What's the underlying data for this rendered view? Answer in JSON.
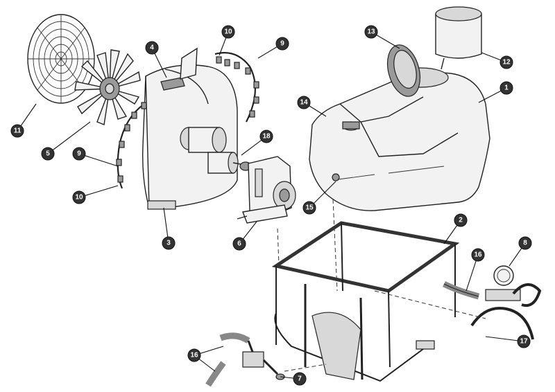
{
  "callouts": [
    {
      "id": "1",
      "label": "1"
    },
    {
      "id": "2",
      "label": "2"
    },
    {
      "id": "3",
      "label": "3"
    },
    {
      "id": "4",
      "label": "4"
    },
    {
      "id": "5",
      "label": "5"
    },
    {
      "id": "6",
      "label": "6"
    },
    {
      "id": "7",
      "label": "7"
    },
    {
      "id": "8",
      "label": "8"
    },
    {
      "id": "9a",
      "label": "9"
    },
    {
      "id": "9b",
      "label": "9"
    },
    {
      "id": "10a",
      "label": "10"
    },
    {
      "id": "10b",
      "label": "10"
    },
    {
      "id": "11",
      "label": "11"
    },
    {
      "id": "12",
      "label": "12"
    },
    {
      "id": "13",
      "label": "13"
    },
    {
      "id": "14",
      "label": "14"
    },
    {
      "id": "15",
      "label": "15"
    },
    {
      "id": "16a",
      "label": "16"
    },
    {
      "id": "16b",
      "label": "16"
    },
    {
      "id": "17",
      "label": "17"
    },
    {
      "id": "18",
      "label": "18"
    }
  ],
  "colors": {
    "callout_fill": "#333333",
    "callout_text": "#ffffff",
    "line": "#222222",
    "part_fill": "#f2f2f2"
  }
}
